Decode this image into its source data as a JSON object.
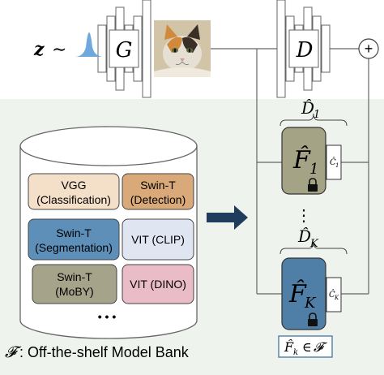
{
  "generator": {
    "input_symbol": "z",
    "tilde": "∼",
    "label": "G"
  },
  "discriminator": {
    "label": "D"
  },
  "sum_symbol": "+",
  "heads": [
    {
      "brace_main": "D̂",
      "brace_sub": "1",
      "feature_main": "F̂",
      "feature_sub": "1",
      "classifier_main": "Ĉ",
      "classifier_sub": "1",
      "color": "#a5a386"
    },
    {
      "brace_main": "D̂",
      "brace_sub": "K",
      "feature_main": "F̂",
      "feature_sub": "K",
      "classifier_main": "Ĉ",
      "classifier_sub": "K",
      "color": "#4f7fa6"
    }
  ],
  "model_bank": {
    "models": [
      {
        "line1": "VGG",
        "line2": "(Classification)",
        "color": "#f4dfc8"
      },
      {
        "line1": "Swin-T",
        "line2": "(Detection)",
        "color": "#d9a979"
      },
      {
        "line1": "Swin-T",
        "line2": "(Segmentation)",
        "color": "#5d8fb9"
      },
      {
        "line1": "VIT (CLIP)",
        "line2": "",
        "color": "#dfe6f2"
      },
      {
        "line1": "Swin-T",
        "line2": "(MoBY)",
        "color": "#a6a38b"
      },
      {
        "line1": "VIT (DINO)",
        "line2": "",
        "color": "#e9bcc7"
      }
    ],
    "ellipsis": "• • •",
    "caption_symbol": "𝓕",
    "caption_text": ": Off-the-shelf Model Bank"
  },
  "membership": {
    "lhs": "F̂",
    "sub": "k",
    "op": "∈",
    "rhs": "𝓕"
  },
  "vertical_dots": "⋮",
  "colors": {
    "panel_bg": "#eef3ed",
    "arrow": "#1f3c5c",
    "line": "#666666",
    "distribution": "#6fa8dc"
  }
}
